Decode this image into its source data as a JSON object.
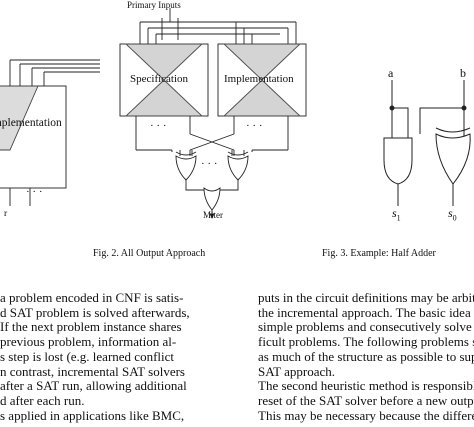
{
  "figures": {
    "left_partial": {
      "box_label": "nplementation",
      "dots": "·  ·  ·",
      "output_label": "r"
    },
    "fig2": {
      "primary_inputs": "Primary Inputs",
      "spec_label": "Specification",
      "impl_label": "Implementation",
      "dots_left": "·  ·  ·",
      "dots_right": "·  ·  ·",
      "dots_xor": "·  ·  ·",
      "miter_label": "Miter",
      "caption": "Fig. 2.  All Output Approach"
    },
    "fig3": {
      "input_a": "a",
      "input_b": "b",
      "out_s1": "s",
      "out_s1_sub": "1",
      "out_s0": "s",
      "out_s0_sub": "0",
      "caption": "Fig. 3.  Example: Half Adder"
    }
  },
  "text": {
    "left_column": [
      "a problem encoded in CNF is satis-",
      "d SAT problem is solved afterwards,",
      "If the next problem instance shares",
      " previous problem, information al-",
      "s step is lost (e.g. learned conflict",
      "n contrast, incremental SAT solvers",
      " after a SAT run, allowing additional",
      "d after each run.",
      "s applied in applications like BMC,"
    ],
    "right_column": [
      "puts in the circuit definitions may be arbitrarily bad or",
      "the incremental approach. The basic idea here is to",
      "simple problems and consecutively solve more and",
      "ficult problems. The following problems should idea",
      "as much of the structure as possible to support the inc",
      "SAT approach.",
      "    The second heuristic method is responsible for a",
      "reset of the SAT solver before a new output pair is s",
      "This may be necessary because the different SAT pro"
    ]
  }
}
